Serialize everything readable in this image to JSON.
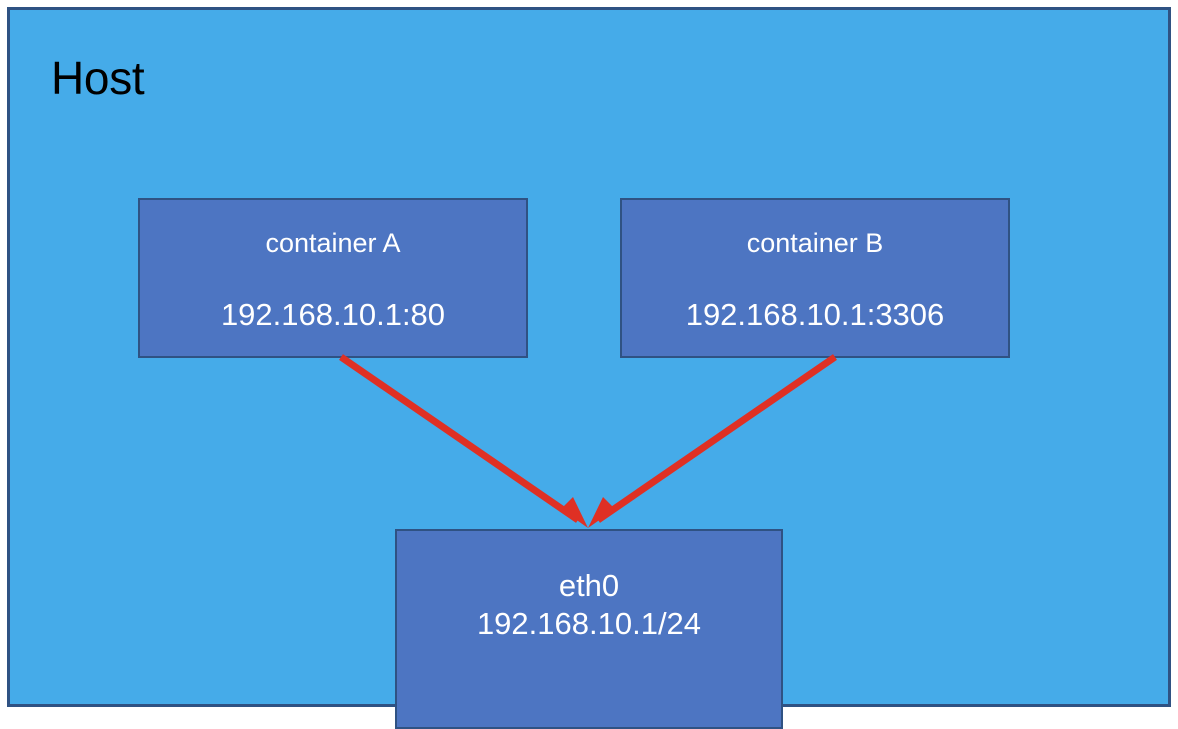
{
  "diagram": {
    "type": "network-topology",
    "title": "Host",
    "background_color": "#45ABE9",
    "border_color": "#2F5283",
    "node_fill_color": "#4D75C2",
    "arrow_color": "#DF3024",
    "nodes": [
      {
        "id": "container-a",
        "title": "container A",
        "address": "192.168.10.1:80"
      },
      {
        "id": "container-b",
        "title": "container B",
        "address": "192.168.10.1:3306"
      },
      {
        "id": "eth0",
        "title": "eth0",
        "address": "192.168.10.1/24"
      }
    ],
    "connections": [
      {
        "from": "container-a",
        "to": "eth0"
      },
      {
        "from": "container-b",
        "to": "eth0"
      }
    ]
  }
}
